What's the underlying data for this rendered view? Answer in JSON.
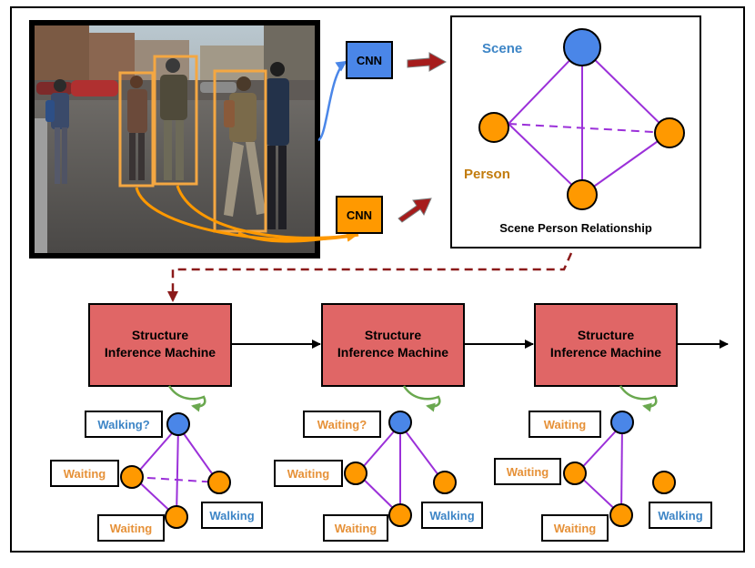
{
  "cnn": {
    "top_label": "CNN",
    "bottom_label": "CNN"
  },
  "relationship": {
    "scene_label": "Scene",
    "person_label": "Person",
    "caption": "Scene Person Relationship"
  },
  "sim_blocks": [
    {
      "line1": "Structure",
      "line2": "Inference Machine"
    },
    {
      "line1": "Structure",
      "line2": "Inference Machine"
    },
    {
      "line1": "Structure",
      "line2": "Inference Machine"
    }
  ],
  "graphs": [
    {
      "scene": "Walking?",
      "left": "Waiting",
      "bottom": "Waiting",
      "right": "Walking"
    },
    {
      "scene": "Waiting?",
      "left": "Waiting",
      "bottom": "Waiting",
      "right": "Walking"
    },
    {
      "scene": "Waiting",
      "left": "Waiting",
      "bottom": "Waiting",
      "right": "Walking"
    }
  ],
  "colors": {
    "scene_node": "#4a86e8",
    "person_node": "#ff9900",
    "edge": "#9b30d9",
    "sim_fill": "#e06666",
    "feedback": "#8b1a1a",
    "recurrence": "#6aa84f",
    "bbox": "#f4a742",
    "blue_text": "#3d85c6",
    "orange_text": "#e69138",
    "arrow_dark": "#a61c1c"
  }
}
